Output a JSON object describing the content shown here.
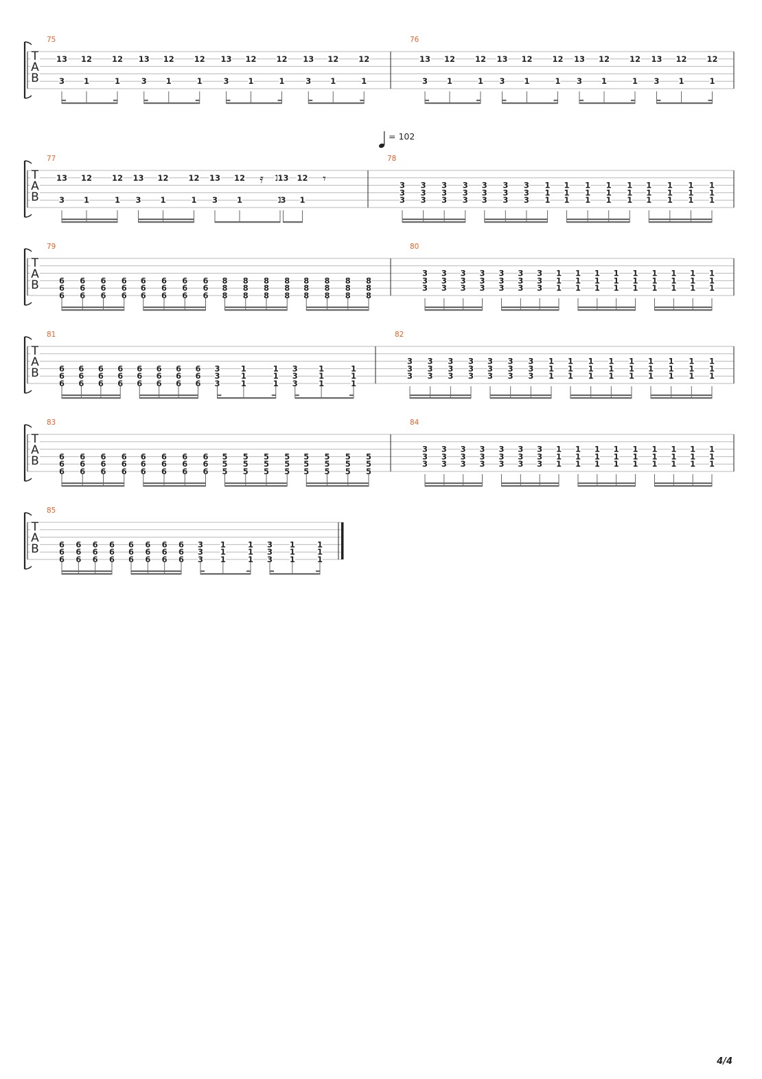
{
  "page": {
    "number": "4/4"
  },
  "tempo": {
    "bpm_text": "= 102"
  },
  "clef_letters": [
    "T",
    "A",
    "B"
  ],
  "colors": {
    "measure_number": "#e8622a",
    "ink": "#222222",
    "staff_line": "#b8b8b8",
    "beam": "#666666"
  },
  "rows": [
    {
      "measures": [
        {
          "number": "75",
          "pattern": "riffA"
        },
        {
          "number": "76",
          "pattern": "riffA"
        }
      ]
    },
    {
      "measures": [
        {
          "number": "77",
          "pattern": "riffA_rests"
        },
        {
          "number": "78",
          "pattern": "chords",
          "chords": [
            "3",
            "3",
            "3",
            "3",
            "3",
            "3",
            "3",
            "1",
            "1",
            "1",
            "1",
            "1",
            "1",
            "1",
            "1",
            "1"
          ],
          "strings": [
            2,
            3,
            4
          ]
        }
      ]
    },
    {
      "measures": [
        {
          "number": "79",
          "pattern": "chords",
          "chords": [
            "6",
            "6",
            "6",
            "6",
            "6",
            "6",
            "6",
            "6",
            "8",
            "8",
            "8",
            "8",
            "8",
            "8",
            "8",
            "8"
          ],
          "strings": [
            3,
            4,
            5
          ]
        },
        {
          "number": "80",
          "pattern": "chords",
          "chords": [
            "3",
            "3",
            "3",
            "3",
            "3",
            "3",
            "3",
            "1",
            "1",
            "1",
            "1",
            "1",
            "1",
            "1",
            "1",
            "1"
          ],
          "strings": [
            2,
            3,
            4
          ]
        }
      ]
    },
    {
      "measures": [
        {
          "number": "81",
          "pattern": "chords_mixed",
          "chords": [
            "6",
            "6",
            "6",
            "6",
            "6",
            "6",
            "6",
            "6",
            "3",
            "1",
            "1",
            "3",
            "1",
            "1"
          ],
          "strings": [
            3,
            4,
            5
          ]
        },
        {
          "number": "82",
          "pattern": "chords",
          "chords": [
            "3",
            "3",
            "3",
            "3",
            "3",
            "3",
            "3",
            "1",
            "1",
            "1",
            "1",
            "1",
            "1",
            "1",
            "1",
            "1"
          ],
          "strings": [
            2,
            3,
            4
          ]
        }
      ]
    },
    {
      "measures": [
        {
          "number": "83",
          "pattern": "chords",
          "chords": [
            "6",
            "6",
            "6",
            "6",
            "6",
            "6",
            "6",
            "6",
            "5",
            "5",
            "5",
            "5",
            "5",
            "5",
            "5",
            "5"
          ],
          "strings": [
            3,
            4,
            5
          ]
        },
        {
          "number": "84",
          "pattern": "chords",
          "chords": [
            "3",
            "3",
            "3",
            "3",
            "3",
            "3",
            "3",
            "1",
            "1",
            "1",
            "1",
            "1",
            "1",
            "1",
            "1",
            "1"
          ],
          "strings": [
            2,
            3,
            4
          ]
        }
      ]
    },
    {
      "measures": [
        {
          "number": "85",
          "pattern": "chords_mixed",
          "chords": [
            "6",
            "6",
            "6",
            "6",
            "6",
            "6",
            "6",
            "6",
            "3",
            "1",
            "1",
            "3",
            "1",
            "1"
          ],
          "strings": [
            3,
            4,
            5
          ]
        }
      ]
    }
  ],
  "riff": {
    "high_notes": [
      "13",
      "12",
      "12",
      "13",
      "12",
      "12",
      "13",
      "12",
      "12",
      "13",
      "12",
      "12"
    ],
    "low_notes": [
      "3",
      "1",
      "1",
      "3",
      "1",
      "1",
      "3",
      "1",
      "1",
      "3",
      "1",
      "1"
    ],
    "bar77_high": [
      "13",
      "12",
      "12",
      "13",
      "12",
      "12",
      "13",
      "12",
      "12",
      "13",
      "12"
    ],
    "bar77_low": [
      "3",
      "1",
      "1",
      "3",
      "1",
      "1",
      "3",
      "1",
      "1",
      "3",
      "1"
    ]
  }
}
